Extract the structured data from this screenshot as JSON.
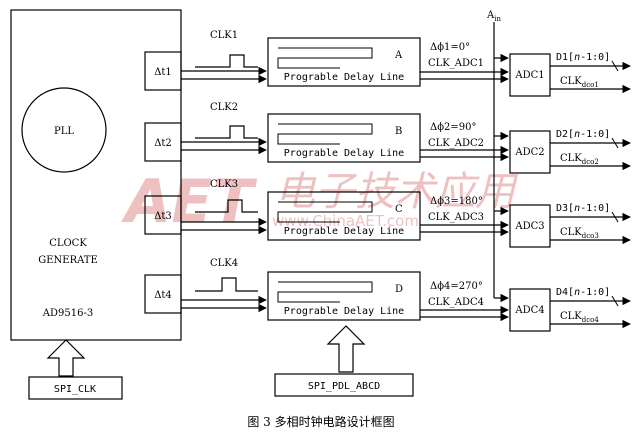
{
  "watermark": {
    "logo": "AET",
    "cn": "电子技术应用",
    "url": "www.ChinaAET.com"
  },
  "generator": {
    "pll_label": "PLL",
    "clock_line1": "CLOCK",
    "clock_line2": "GENERATE",
    "chip": "AD9516-3",
    "delays": [
      "Δt1",
      "Δt2",
      "Δt3",
      "Δt4"
    ]
  },
  "clocks": [
    "CLK1",
    "CLK2",
    "CLK3",
    "CLK4"
  ],
  "delay_lines": [
    {
      "id": "A",
      "label": "Prograble Delay Line"
    },
    {
      "id": "B",
      "label": "Prograble Delay Line"
    },
    {
      "id": "C",
      "label": "Prograble Delay Line"
    },
    {
      "id": "D",
      "label": "Prograble Delay Line"
    }
  ],
  "phases": [
    {
      "phase": "Δϕ1=0°",
      "clk": "CLK_ADC1"
    },
    {
      "phase": "Δϕ2=90°",
      "clk": "CLK_ADC2"
    },
    {
      "phase": "Δϕ3=180°",
      "clk": "CLK_ADC3"
    },
    {
      "phase": "Δϕ4=270°",
      "clk": "CLK_ADC4"
    }
  ],
  "analog_input": {
    "base": "A",
    "sub": "in"
  },
  "adcs": [
    {
      "name": "ADC1",
      "data_pre": "D1[",
      "data_var": "n",
      "data_post": "-1:0]",
      "dco_base": "CLK",
      "dco_sub": "dco1"
    },
    {
      "name": "ADC2",
      "data_pre": "D2[",
      "data_var": "n",
      "data_post": "-1:0]",
      "dco_base": "CLK",
      "dco_sub": "dco2"
    },
    {
      "name": "ADC3",
      "data_pre": "D3[",
      "data_var": "n",
      "data_post": "-1:0]",
      "dco_base": "CLK",
      "dco_sub": "dco3"
    },
    {
      "name": "ADC4",
      "data_pre": "D4[",
      "data_var": "n",
      "data_post": "-1:0]",
      "dco_base": "CLK",
      "dco_sub": "dco4"
    }
  ],
  "inputs": {
    "spi_clk": "SPI_CLK",
    "spi_pdl": "SPI_PDL_ABCD"
  },
  "caption": "图 3   多相时钟电路设计框图"
}
